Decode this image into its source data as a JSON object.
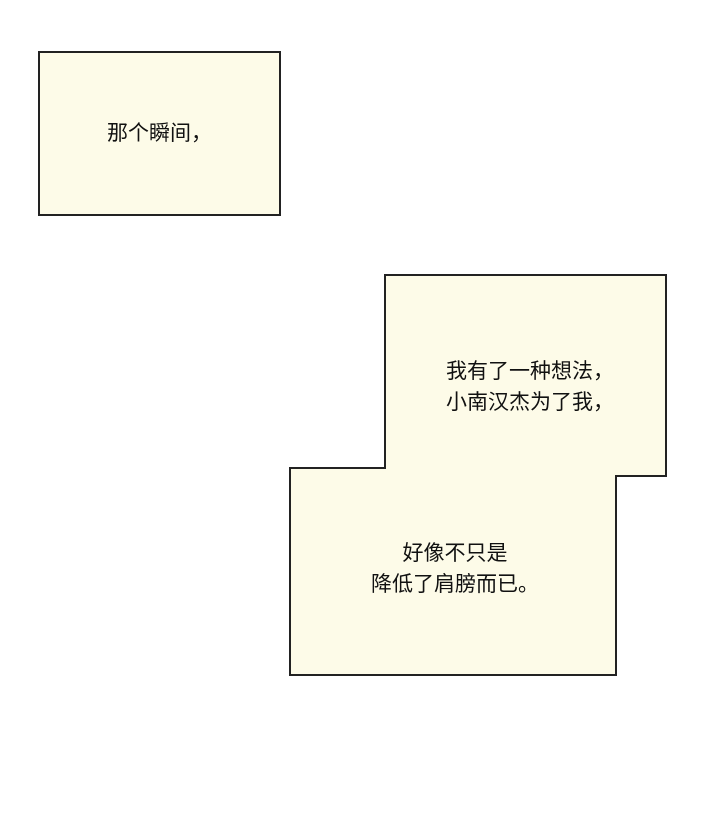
{
  "panel": {
    "box1": {
      "lines": [
        "那个瞬间，"
      ]
    },
    "box2": {
      "lines": [
        "我有了一种想法，",
        "小南汉杰为了我，"
      ]
    },
    "box3": {
      "lines": [
        "好像不只是",
        "降低了肩膀而已。"
      ]
    }
  },
  "colors": {
    "box_fill": "#fdfbe8",
    "border": "#222222"
  }
}
